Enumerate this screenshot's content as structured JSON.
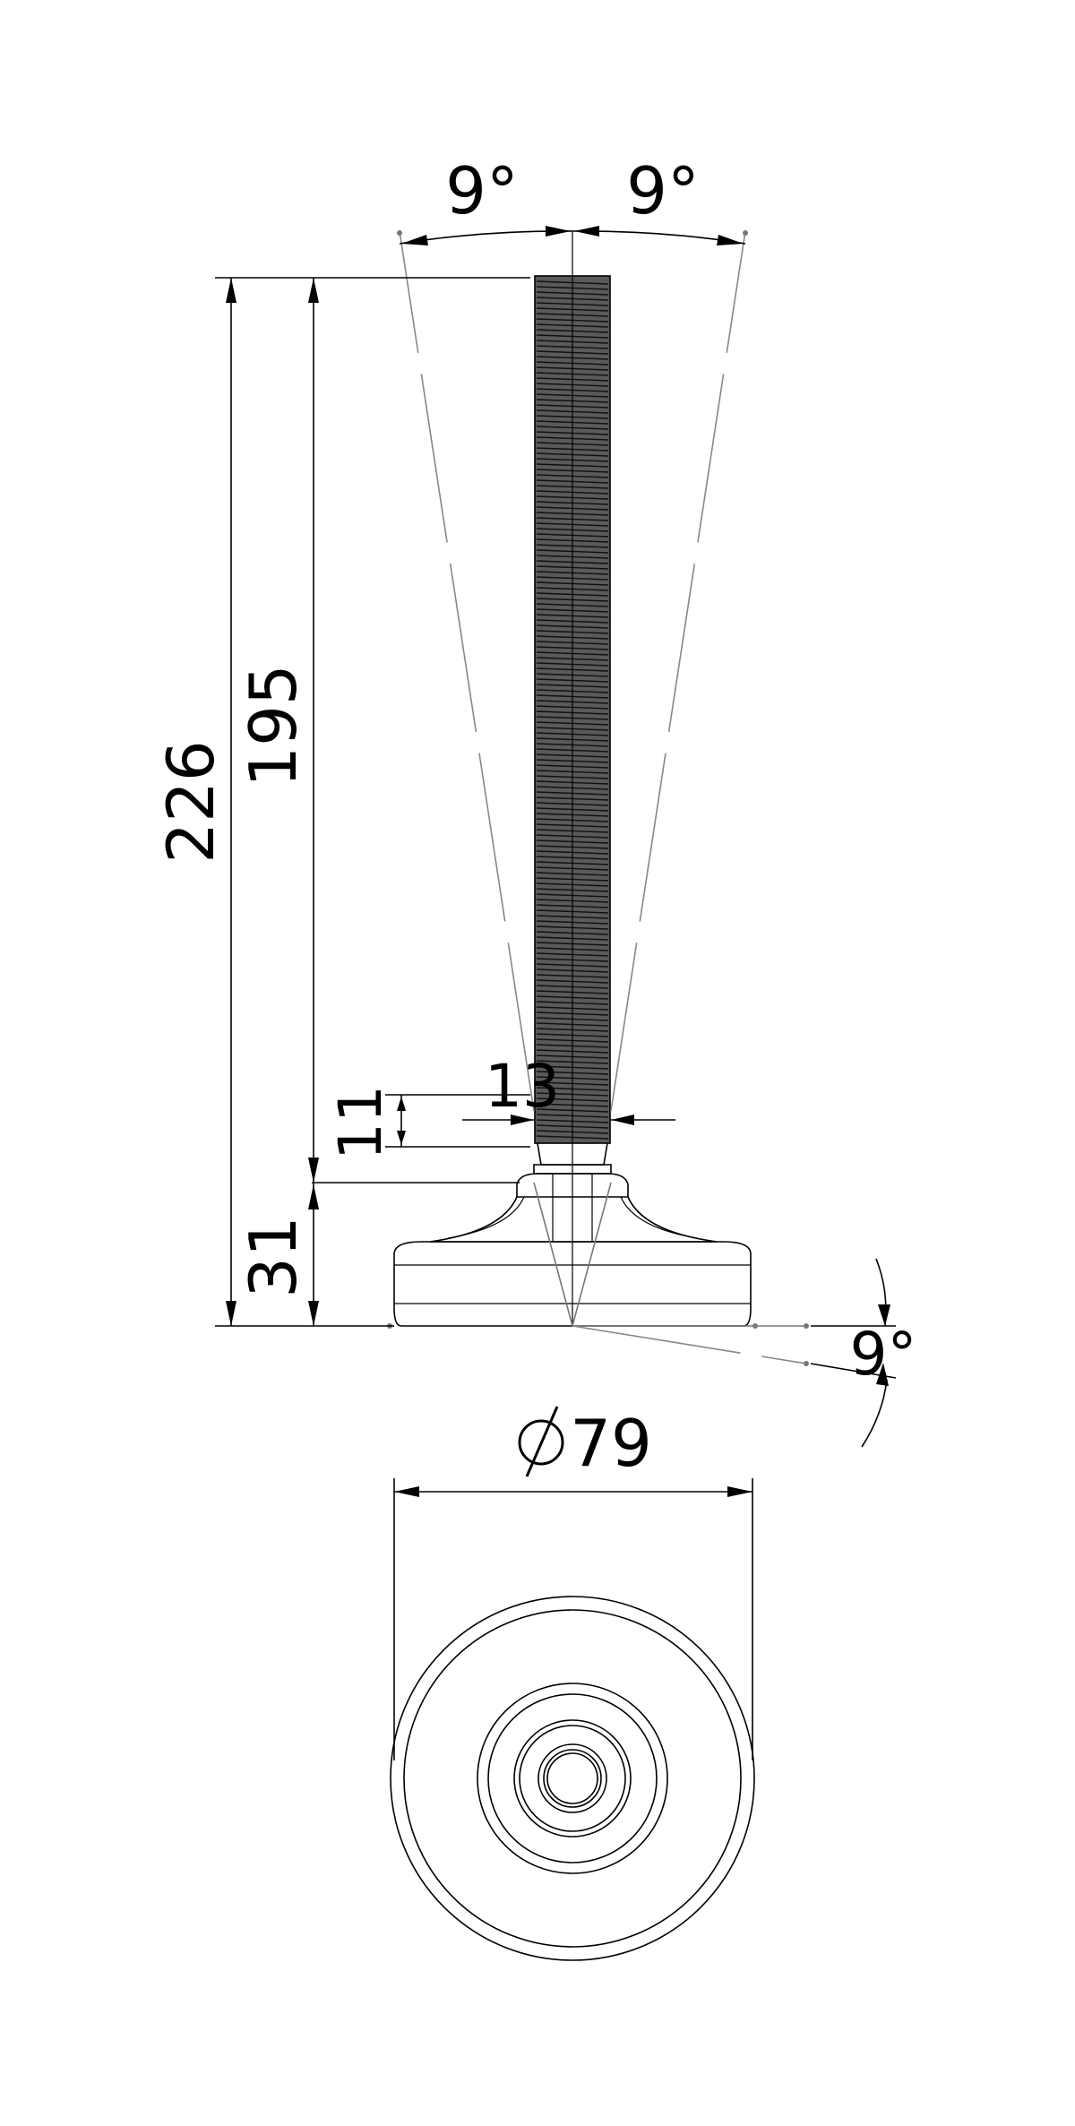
{
  "dimensions": {
    "overall_height": "226",
    "thread_length": "195",
    "base_height": "31",
    "hex_height": "11",
    "hex_width": "13",
    "swivel_left": "9°",
    "swivel_right": "9°",
    "base_tilt": "9°",
    "base_diameter": "79"
  },
  "symbols": {
    "diameter_symbol": "diameter-symbol-icon"
  },
  "colors": {
    "line": "#000000",
    "construction": "#777777",
    "background": "#ffffff"
  }
}
